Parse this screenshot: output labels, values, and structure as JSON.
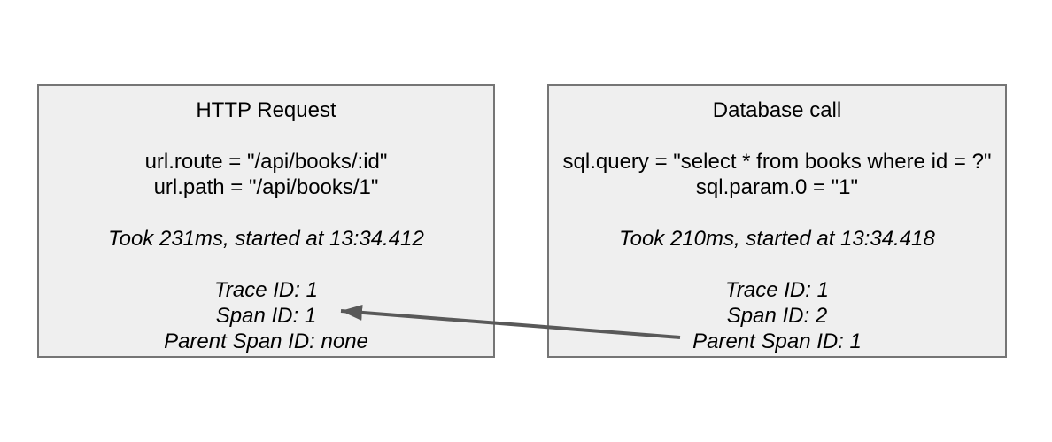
{
  "diagram": {
    "boxes": [
      {
        "title": "HTTP Request",
        "attributes": [
          "url.route = \"/api/books/:id\"",
          "url.path = \"/api/books/1\""
        ],
        "timing": "Took 231ms, started at 13:34.412",
        "ids": [
          "Trace ID: 1",
          "Span ID: 1",
          "Parent Span ID: none"
        ]
      },
      {
        "title": "Database call",
        "attributes": [
          "sql.query = \"select * from books where id = ?\"",
          "sql.param.0 = \"1\""
        ],
        "timing": "Took 210ms, started at 13:34.418",
        "ids": [
          "Trace ID: 1",
          "Span ID: 2",
          "Parent Span ID: 1"
        ]
      }
    ],
    "colors": {
      "background": "#ffffff",
      "box_fill": "#efefef",
      "box_border": "#757575",
      "text": "#000000",
      "arrow": "#595959"
    }
  }
}
